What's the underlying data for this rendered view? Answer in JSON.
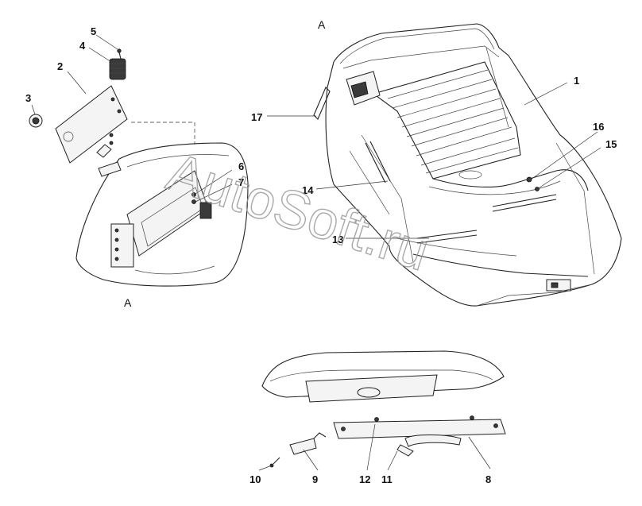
{
  "view_labels": {
    "detail_top": "A",
    "detail_bottom": "A"
  },
  "watermark": "AutoSoft.ru",
  "callouts": {
    "c1": "1",
    "c2": "2",
    "c3": "3",
    "c4": "4",
    "c5": "5",
    "c6": "6",
    "c7": "7",
    "c8": "8",
    "c9": "9",
    "c10": "10",
    "c11": "11",
    "c12": "12",
    "c13": "13",
    "c14": "14",
    "c15": "15",
    "c16": "16",
    "c17": "17"
  },
  "colors": {
    "line": "#222222",
    "watermark": "#9a9a9a",
    "background": "#ffffff"
  }
}
